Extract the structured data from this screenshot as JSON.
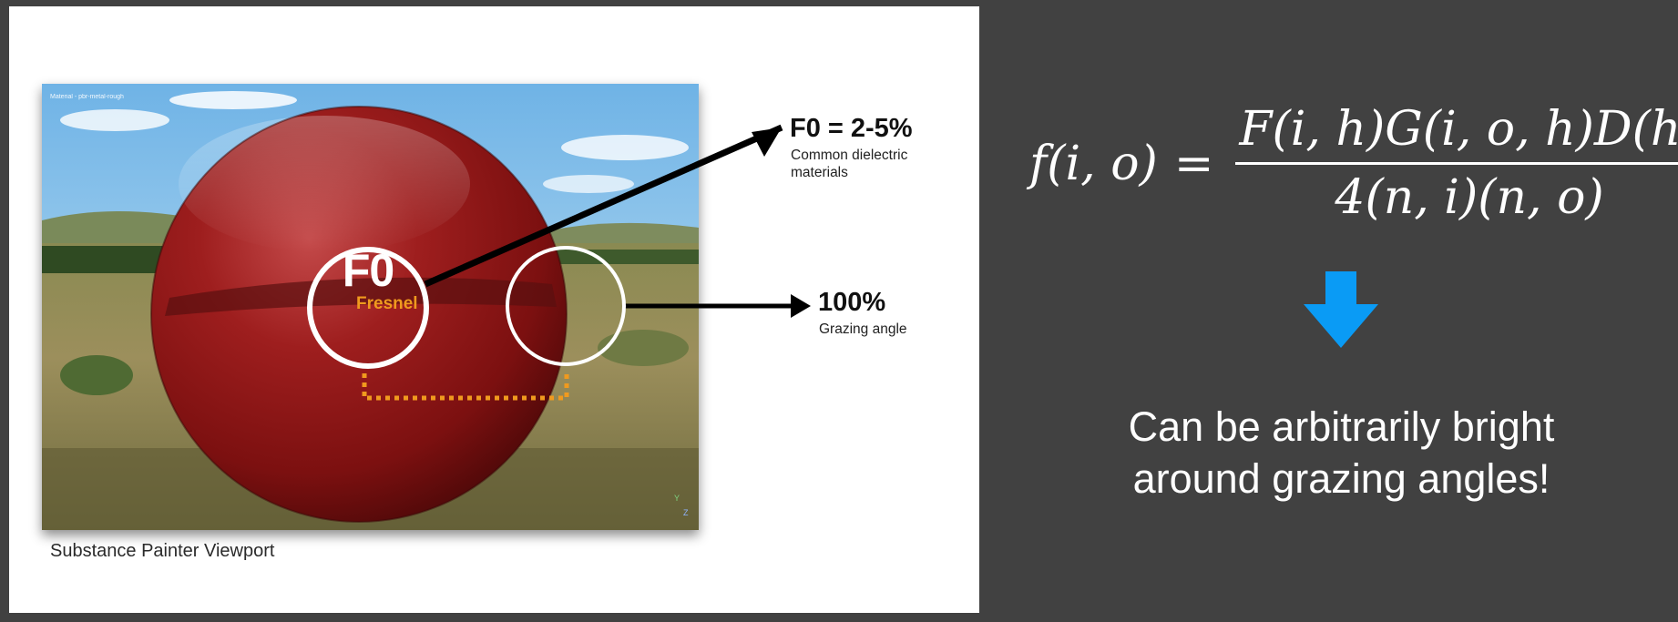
{
  "viewport": {
    "material_label": "Material - pbr-metal-rough",
    "axis_y": "Y",
    "axis_z": "Z"
  },
  "annotations": {
    "f0_circle_label": "F0",
    "fresnel_label": "Fresnel",
    "f0_range_title": "F0 = 2-5%",
    "f0_range_sub": "Common dielectric materials",
    "grazing_title": "100%",
    "grazing_sub": "Grazing angle"
  },
  "caption": "Substance Painter Viewport",
  "formula": {
    "lhs": "f(i, o)",
    "equals": "=",
    "numerator": "F(i, h)G(i, o, h)D(h)",
    "denominator": "4(n, i)(n, o)"
  },
  "conclusion": {
    "line1": "Can be arbitrarily bright",
    "line2": "around grazing angles!"
  },
  "colors": {
    "background": "#414141",
    "slide": "#ffffff",
    "fresnel": "#f09a1e",
    "arrow_blue": "#0a9bf5",
    "sphere_red": "#8e1616"
  },
  "icons": {
    "down_arrow": "down-arrow-icon",
    "annotation_arrow": "arrow-right-icon"
  }
}
